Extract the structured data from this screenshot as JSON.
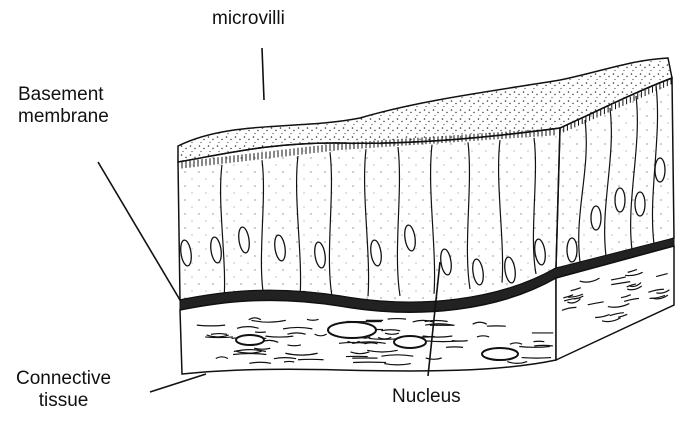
{
  "labels": {
    "microvilli": "microvilli",
    "basement_line1": "Basement",
    "basement_line2": "membrane",
    "connective_line1": "Connective",
    "connective_line2": "tissue",
    "nucleus": "Nucleus"
  },
  "colors": {
    "ink": "#111111",
    "background": "#ffffff"
  }
}
